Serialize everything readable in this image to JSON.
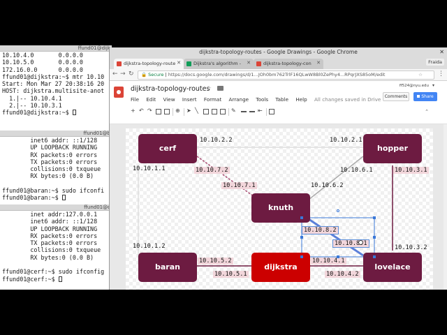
{
  "terminals": [
    {
      "title": "",
      "lines": [
        "10.10.4.0       0.0.0.0",
        "10.10.5.0       0.0.0.0",
        "172.16.0.0      0.0.0.0",
        "ffund01@dijkstra:~$ mtr 10.10",
        "Start: Mon Mar 27 20:38:16 20",
        "HOST: dijkstra.multisite-anot",
        "  1.|-- 10.10.4.1",
        "  2.|-- 10.10.3.1",
        "ffund01@dijkstra:~$ "
      ]
    },
    {
      "title": "ffund01@b",
      "lines": [
        "        inet6 addr: ::1/128",
        "        UP LOOPBACK RUNNING",
        "        RX packets:0 errors",
        "        TX packets:0 errors",
        "        collisions:0 txqueue",
        "        RX bytes:0 (0.0 B)",
        "",
        "ffund01@baran:~$ sudo ifconfi",
        "ffund01@baran:~$ "
      ]
    },
    {
      "title": "ffund01@c",
      "lines": [
        "        inet addr:127.0.0.1",
        "        inet6 addr: ::1/128",
        "        UP LOOPBACK RUNNING",
        "        RX packets:0 errors",
        "        TX packets:0 errors",
        "        collisions:0 txqueue",
        "        RX bytes:0 (0.0 B)",
        "",
        "ffund01@cerf:~$ sudo ifconfig",
        "ffund01@cerf:~$ "
      ]
    }
  ],
  "terminal_header": "ffund01@dijk",
  "chrome": {
    "window_title": "dijkstra-topology-routes - Google Drawings - Google Chrome",
    "tabs": [
      {
        "label": "dijkstra-topology-route",
        "active": true,
        "color": "#db4437"
      },
      {
        "label": "Dijkstra's algorithm - ",
        "active": false,
        "color": "#0f9d58"
      },
      {
        "label": "dijkstra-topology-con",
        "active": false,
        "color": "#db4437"
      }
    ],
    "profile": "Fraida",
    "secure_label": "Secure",
    "url": "https://docs.google.com/drawings/d/1...JOh0bm762TrlF16QLwW8Bl0ZePhy4...RPqrJXS85oM/edit"
  },
  "docs": {
    "title": "dijkstra-topology-routes",
    "menus": [
      "File",
      "Edit",
      "View",
      "Insert",
      "Format",
      "Arrange",
      "Tools",
      "Table",
      "Help"
    ],
    "saved_status": "All changes saved in Drive",
    "account": "ff524@nyu.edu",
    "comments_label": "Comments",
    "share_label": "Share"
  },
  "diagram": {
    "nodes": {
      "cerf": "cerf",
      "hopper": "hopper",
      "knuth": "knuth",
      "baran": "baran",
      "dijkstra": "dijkstra",
      "lovelace": "lovelace"
    },
    "ips": {
      "cerf_hopper_left": "10.10.2.2",
      "cerf_hopper_right": "10.10.2.1",
      "cerf_baran_top": "10.10.1.1",
      "cerf_knuth_top": "10.10.7.2",
      "cerf_knuth_bottom": "10.10.7.1",
      "hopper_knuth": "10.10.6.1",
      "hopper_lovelace_top": "10.10.3.1",
      "knuth_hopper": "10.10.6.2",
      "knuth_lovelace": "10.10.8.2",
      "lovelace_knuth": "10.10.8.1",
      "cerf_baran_bottom": "10.10.1.2",
      "hopper_lovelace_bottom": "10.10.3.2",
      "baran_dijkstra_left": "10.10.5.2",
      "baran_dijkstra_right": "10.10.5.1",
      "dijkstra_lovelace_left": "10.10.4.1",
      "dijkstra_lovelace_right": "10.10.4.2"
    },
    "colors": {
      "node": "#6d1b41",
      "highlight": "#cc0000",
      "label_bg": "#f2d6db",
      "selection": "#3a78d8"
    }
  }
}
